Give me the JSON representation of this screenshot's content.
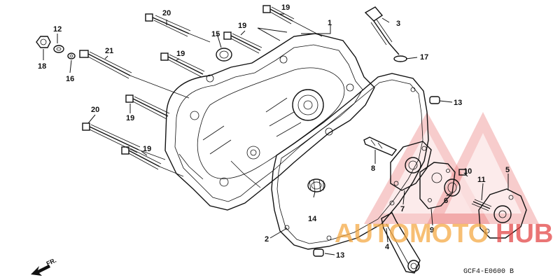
{
  "diagram": {
    "callouts": [
      {
        "id": "c1",
        "text": "1"
      },
      {
        "id": "c2",
        "text": "2"
      },
      {
        "id": "c3",
        "text": "3"
      },
      {
        "id": "c4",
        "text": "4"
      },
      {
        "id": "c5",
        "text": "5"
      },
      {
        "id": "c6",
        "text": "6"
      },
      {
        "id": "c7",
        "text": "7"
      },
      {
        "id": "c8",
        "text": "8"
      },
      {
        "id": "c9",
        "text": "9"
      },
      {
        "id": "c10",
        "text": "10"
      },
      {
        "id": "c11",
        "text": "11"
      },
      {
        "id": "c12",
        "text": "12"
      },
      {
        "id": "c13a",
        "text": "13"
      },
      {
        "id": "c13b",
        "text": "13"
      },
      {
        "id": "c14",
        "text": "14"
      },
      {
        "id": "c15",
        "text": "15"
      },
      {
        "id": "c16",
        "text": "16"
      },
      {
        "id": "c17",
        "text": "17"
      },
      {
        "id": "c18",
        "text": "18"
      },
      {
        "id": "c19a",
        "text": "19"
      },
      {
        "id": "c19b",
        "text": "19"
      },
      {
        "id": "c19c",
        "text": "19"
      },
      {
        "id": "c19d",
        "text": "19"
      },
      {
        "id": "c19e",
        "text": "19"
      },
      {
        "id": "c20a",
        "text": "20"
      },
      {
        "id": "c20b",
        "text": "20"
      },
      {
        "id": "c21",
        "text": "21"
      }
    ],
    "direction_label": "FR.",
    "figure_code": "GCF4-E0600 B"
  },
  "watermark": {
    "text_a": "AUTOMOTO",
    "text_b": "HUB",
    "color_orange": "#f4a43a",
    "color_red": "#e23b3b"
  }
}
